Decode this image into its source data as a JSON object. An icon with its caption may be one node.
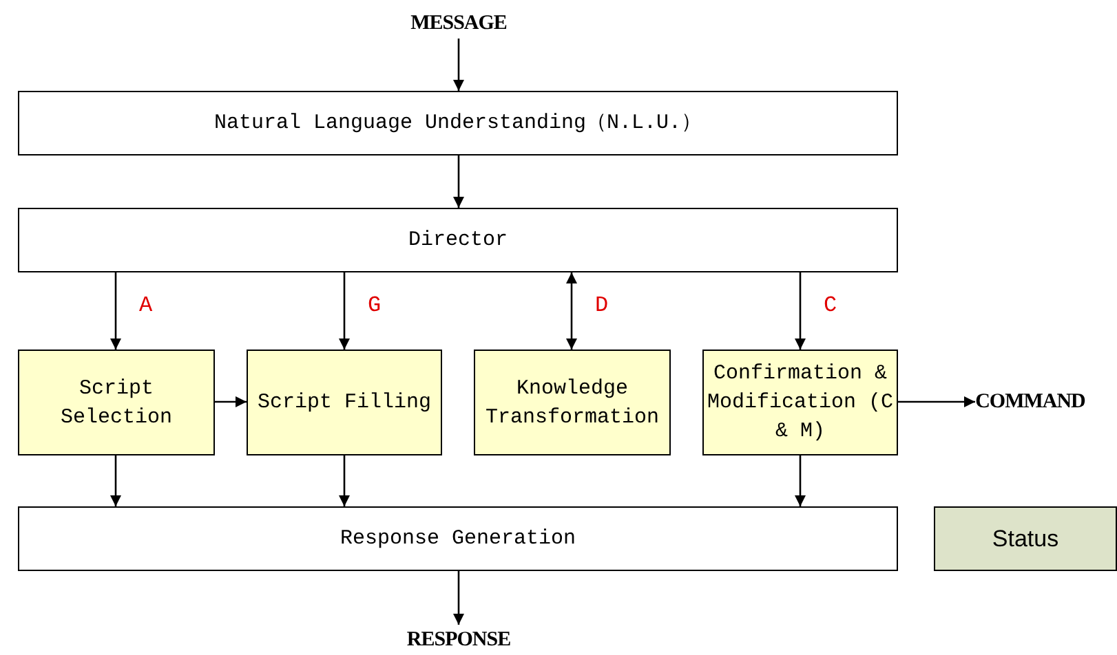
{
  "diagram": {
    "nodes": [
      {
        "text": [
          "MESSAGE"
        ]
      },
      {
        "text": [
          "Natural Language Understanding（N.L.U.）"
        ]
      },
      {
        "text": [
          "Director"
        ]
      },
      {
        "text": [
          "Script Selection"
        ]
      },
      {
        "text": [
          "Script Filling"
        ]
      },
      {
        "text": [
          "Knowledge Transformation"
        ]
      },
      {
        "text": [
          "Confirmation & Modification (C & M)"
        ]
      },
      {
        "text": [
          "COMMAND"
        ]
      },
      {
        "text": [
          "Response Generation"
        ]
      },
      {
        "text": [
          "Status"
        ]
      },
      {
        "text": [
          "RESPONSE"
        ]
      }
    ],
    "edges": [
      {
        "from": 0,
        "to": 1,
        "arrow": "to"
      },
      {
        "from": 1,
        "to": 2,
        "arrow": "to"
      },
      {
        "from": 2,
        "to": 3,
        "arrow": "to",
        "label": "A"
      },
      {
        "from": 2,
        "to": 4,
        "arrow": "to",
        "label": "G"
      },
      {
        "from": 2,
        "to": 5,
        "arrow": "both",
        "label": "D"
      },
      {
        "from": 2,
        "to": 6,
        "arrow": "to",
        "label": "C"
      },
      {
        "from": 3,
        "to": 4,
        "arrow": "to"
      },
      {
        "from": 6,
        "to": 7,
        "arrow": "to"
      },
      {
        "from": 3,
        "to": 8,
        "arrow": "to"
      },
      {
        "from": 4,
        "to": 8,
        "arrow": "to"
      },
      {
        "from": 6,
        "to": 8,
        "arrow": "to"
      },
      {
        "from": 8,
        "to": 10,
        "arrow": "to"
      }
    ]
  }
}
